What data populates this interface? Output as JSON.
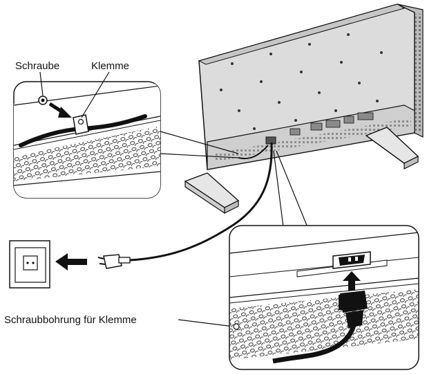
{
  "labels": {
    "schraube": "Schraube",
    "klemme": "Klemme",
    "schraubbohrung": "Schraubbohrung für Klemme"
  },
  "colors": {
    "line": "#111111",
    "panel_fill": "#dedede",
    "panel_dark": "#bdbdbd",
    "dot": "#333333"
  },
  "icons": {
    "wall_outlet": "wall-outlet-icon",
    "plug": "power-plug-icon",
    "arrow": "arrow-left-icon",
    "arrow_up": "arrow-up-icon"
  }
}
